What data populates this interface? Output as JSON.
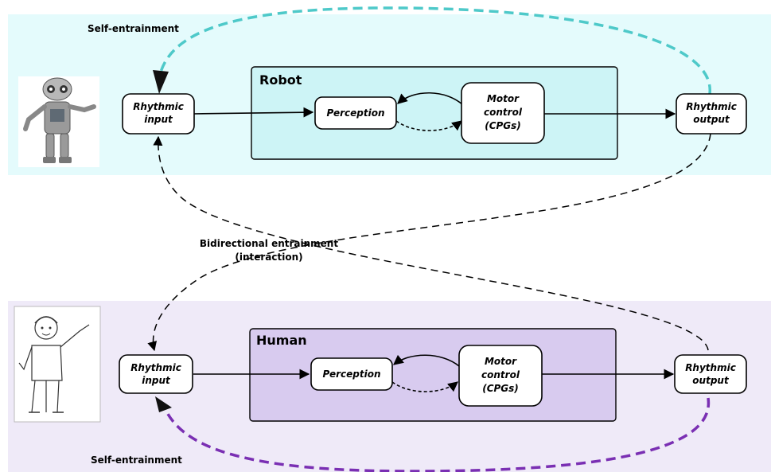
{
  "colors": {
    "robot_band": "#e4fbfc",
    "robot_panel": "#cdf4f6",
    "human_band": "#efeaf8",
    "human_panel": "#d8cbef",
    "robot_self_loop": "#4ec9c9",
    "human_self_loop": "#7a2fb3",
    "interaction_loop": "#000000"
  },
  "robot": {
    "self_label": "Self-entrainment",
    "panel_title": "Robot",
    "input": [
      "Rhythmic",
      "input"
    ],
    "perception": "Perception",
    "motor": [
      "Motor",
      "control",
      "(CPGs)"
    ],
    "output": [
      "Rhythmic",
      "output"
    ],
    "avatar_icon": "robot-icon"
  },
  "human": {
    "self_label": "Self-entrainment",
    "panel_title": "Human",
    "input": [
      "Rhythmic",
      "input"
    ],
    "perception": "Perception",
    "motor": [
      "Motor",
      "control",
      "(CPGs)"
    ],
    "output": [
      "Rhythmic",
      "output"
    ],
    "avatar_icon": "person-sketch-icon"
  },
  "interaction": {
    "label": [
      "Bidirectional entrainment",
      "(interaction)"
    ]
  }
}
